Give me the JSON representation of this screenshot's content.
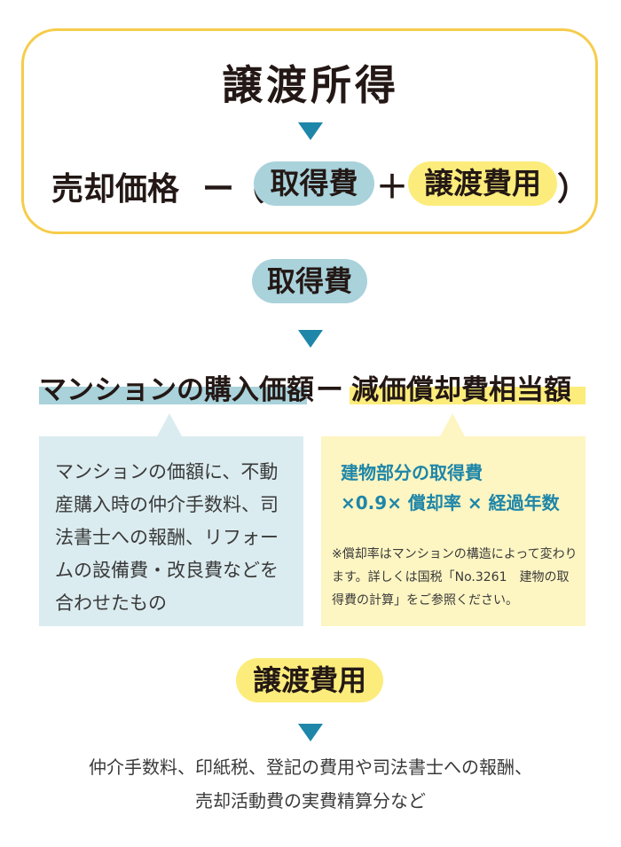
{
  "formula": {
    "title": "譲渡所得",
    "left_term": "売却価格",
    "minus": "ー",
    "open_paren": "（",
    "acquisition_cost": "取得費",
    "plus": "＋",
    "transfer_cost": "譲渡費用",
    "close_paren": "）"
  },
  "acquisition": {
    "heading": "取得費",
    "term_a": "マンションの購入価額",
    "minus": "ー",
    "term_b": "減価償却費相当額",
    "explanation": "マンションの価額に、不動産購入時の仲介手数料、司法書士への報酬、リフォームの設備費・改良費などを合わせたもの",
    "depreciation_formula_line1": "建物部分の取得費",
    "depreciation_formula_line2": "×0.9× 償却率 × 経過年数",
    "depreciation_note": "※償却率はマンションの構造によって変わります。詳しくは国税「No.3261　建物の取得費の計算」をご参照ください。"
  },
  "transfer": {
    "heading": "譲渡費用",
    "description_line1": "仲介手数料、印紙税、登記の費用や司法書士への報酬、",
    "description_line2": "売却活動費の実費精算分など"
  },
  "colors": {
    "accent_blue": "#a9d2db",
    "accent_yellow": "#fcec7b",
    "arrow_teal": "#1e86a8",
    "border_yellow": "#f6cc4a"
  }
}
